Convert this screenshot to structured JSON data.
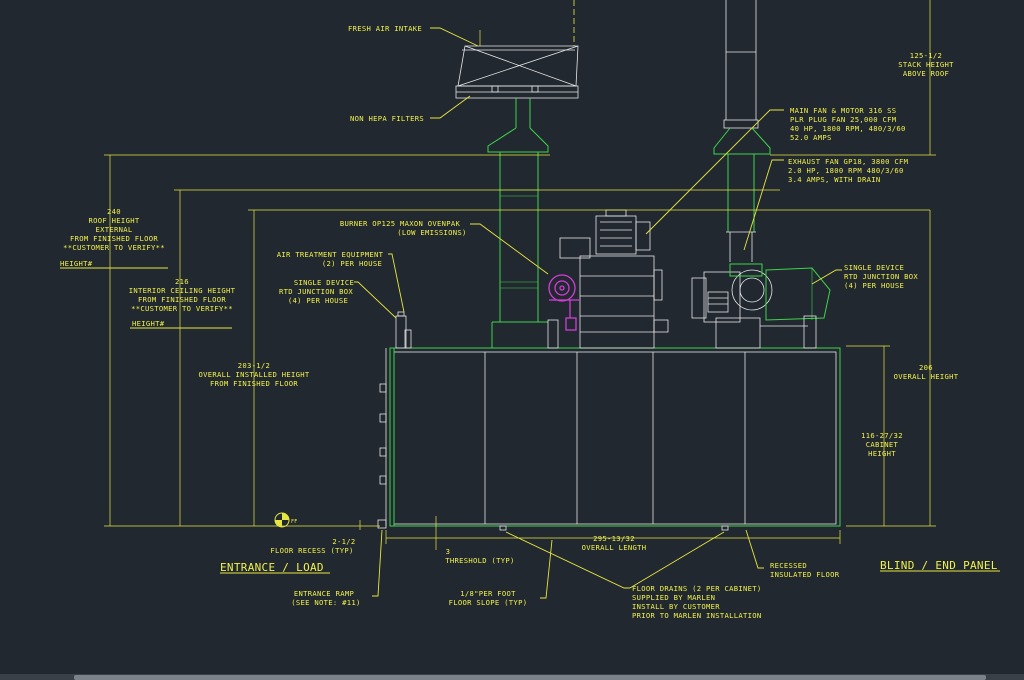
{
  "labels": {
    "fresh_air_intake": "FRESH AIR INTAKE",
    "non_hepa_filters": "NON HEPA FILTERS",
    "stack_height": [
      "125-1/2",
      "STACK HEIGHT",
      "ABOVE ROOF"
    ],
    "main_fan": [
      "MAIN FAN & MOTOR 316 SS",
      "PLR PLUG FAN 25,000 CFM",
      "40 HP, 1800 RPM, 480/3/60",
      "52.0 AMPS"
    ],
    "exhaust_fan": [
      "EXHAUST FAN GP18, 3800 CFM",
      "2.0 HP, 1800 RPM 480/3/60",
      "3.4 AMPS, WITH DRAIN"
    ],
    "burner": [
      "BURNER OP125 MAXON OVENPAK",
      "(LOW EMISSIONS)"
    ],
    "air_treatment": [
      "AIR TREATMENT EQUIPMENT",
      "(2) PER HOUSE"
    ],
    "single_device_left": [
      "SINGLE DEVICE",
      "RTD JUNCTION BOX",
      "(4) PER HOUSE"
    ],
    "single_device_right": [
      "SINGLE DEVICE",
      "RTD JUNCTION BOX",
      "(4) PER HOUSE"
    ],
    "roof_height": [
      "240",
      "ROOF HEIGHT",
      "EXTERNAL",
      "FROM FINISHED FLOOR",
      "**CUSTOMER TO VERIFY**"
    ],
    "roof_height_field": "HEIGHT#",
    "ceiling_height": [
      "216",
      "INTERIOR CEILING HEIGHT",
      "FROM FINISHED FLOOR",
      "**CUSTOMER TO VERIFY**"
    ],
    "ceiling_height_field": "HEIGHT#",
    "installed_height": [
      "203-1/2",
      "OVERALL INSTALLED HEIGHT",
      "FROM FINISHED FLOOR"
    ],
    "overall_height": [
      "206",
      "OVERALL HEIGHT"
    ],
    "cabinet_height": [
      "116-27/32",
      "CABINET",
      "HEIGHT"
    ],
    "ff_marker": "FF",
    "floor_recess": [
      "2-1/2",
      "FLOOR RECESS (TYP)"
    ],
    "threshold": [
      "3",
      "THRESHOLD (TYP)"
    ],
    "overall_length": [
      "295-13/32",
      "OVERALL LENGTH"
    ],
    "entrance_load": "ENTRANCE / LOAD",
    "entrance_ramp": [
      "ENTRANCE RAMP",
      "(SEE NOTE: #11)"
    ],
    "floor_slope": [
      "1/8\"PER FOOT",
      "FLOOR SLOPE (TYP)"
    ],
    "floor_drains": [
      "FLOOR DRAINS (2 PER CABINET)",
      "SUPPLIED BY MARLEN",
      "INSTALL BY CUSTOMER",
      "PRIOR TO MARLEN INSTALLATION"
    ],
    "recessed_floor": [
      "RECESSED",
      "INSULATED FLOOR"
    ],
    "blind_end_panel": "BLIND / END PANEL"
  },
  "colors": {
    "background": "#212830",
    "annotation": "#f2f24a",
    "duct": "#3fd44a",
    "equipment": "#e8e8e8",
    "burner": "#d13fd6"
  }
}
